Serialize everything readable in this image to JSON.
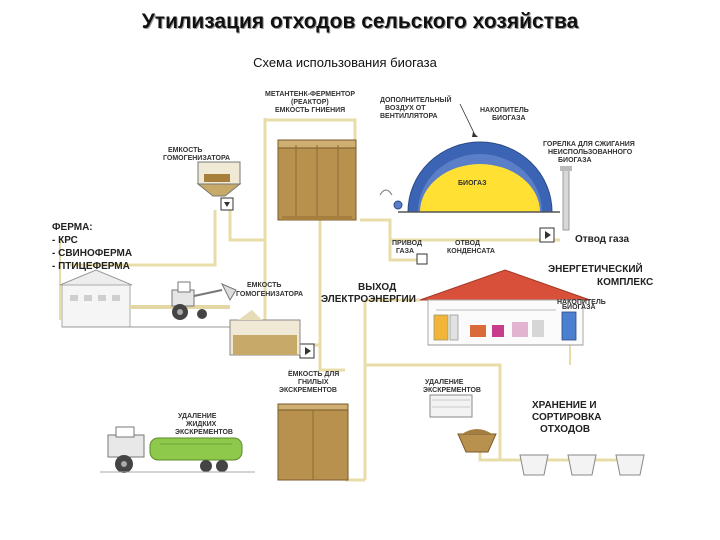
{
  "title": "Утилизация отходов сельского хозяйства",
  "subtitle": "Схема использования биогаза",
  "labels": {
    "metatank": [
      "МЕТАНТЕНК-ФЕРМЕНТОР",
      "(РЕАКТОР)",
      "ЕМКОСТЬ ГНИЕНИЯ"
    ],
    "extra_air": [
      "ДОПОЛНИТЕЛЬНЫЙ",
      "ВОЗДУХ ОТ",
      "ВЕНТИЛЛЯТОРА"
    ],
    "gas_storage": [
      "НАКОПИТЕЛЬ",
      "БИОГАЗА"
    ],
    "homogenizer_top": [
      "ЕМКОСТЬ",
      "ГОМОГЕНИЗАТОРА"
    ],
    "burner": [
      "ГОРЕЛКА ДЛЯ СЖИГАНИЯ",
      "НЕИСПОЛЬЗОВАННОГО",
      "БИОГАЗА"
    ],
    "biogas": "БИОГАЗ",
    "farm": [
      "ФЕРМА:",
      "- КРС",
      "- СВИНОФЕРМА",
      "- ПТИЦЕФЕРМА"
    ],
    "gas_drive": [
      "ПРИВОД",
      "ГАЗА"
    ],
    "condensate": [
      "ОТВОД",
      "КОНДЕНСАТА"
    ],
    "gas_outlet": "Отвод газа",
    "energy_complex": [
      "ЭНЕРГЕТИЧЕСКИЙ",
      "КОМПЛЕКС"
    ],
    "homogenizer_mid": [
      "ЕМКОСТЬ",
      "ГОМОГЕНИЗАТОРА"
    ],
    "electricity_out": [
      "ВЫХОД",
      "ЭЛЕКТРОЭНЕРГИИ"
    ],
    "rotten_tank": [
      "ЁМКОСТЬ ДЛЯ",
      "ГНИЛЫХ",
      "ЭКСКРЕМЕНТОВ"
    ],
    "excrement_removal": [
      "УДАЛЕНИЕ",
      "ЭКСКРЕМЕНТОВ"
    ],
    "storage_sorting": [
      "ХРАНЕНИЕ И",
      "СОРТИРОВКА",
      "ОТХОДОВ"
    ],
    "liquid_removal": [
      "УДАЛЕНИЕ",
      "ЖИДКИХ",
      "ЭКСКРЕМЕНТОВ"
    ],
    "storage_small": [
      "НАКОПИТЕЛЬ",
      "БИОГАЗА"
    ]
  },
  "colors": {
    "pipe": "#e8dca8",
    "tank_brown": "#b8914f",
    "dome_blue": "#3c64b4",
    "biogas_yellow": "#ffe033",
    "roof_red": "#d9503a",
    "truck_green": "#8fc94b"
  }
}
